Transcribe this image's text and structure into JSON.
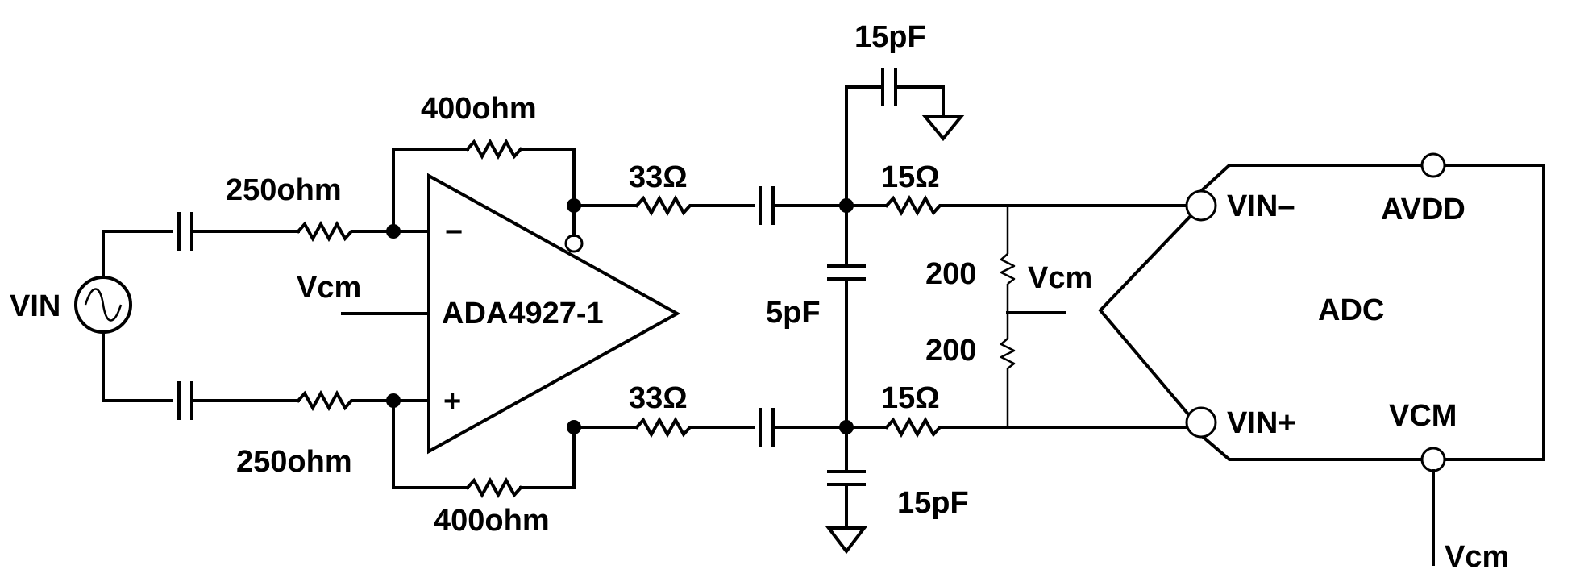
{
  "labels": {
    "vin_source": "VIN",
    "r_in_top": "250ohm",
    "r_in_bottom": "250ohm",
    "r_fb_top": "400ohm",
    "r_fb_bottom": "400ohm",
    "amp_vcm": "Vcm",
    "amp_name": "ADA4927-1",
    "amp_minus": "−",
    "amp_plus": "+",
    "r_out_top": "33Ω",
    "r_out_bottom": "33Ω",
    "c_top_gnd": "15pF",
    "c_diff": "5pF",
    "c_bottom_gnd": "15pF",
    "r_series_top": "15Ω",
    "r_series_bottom": "15Ω",
    "r_div_top": "200",
    "r_div_bottom": "200",
    "div_vcm": "Vcm",
    "adc_name": "ADC",
    "adc_vin_minus": "VIN–",
    "adc_vin_plus": "VIN+",
    "adc_avdd": "AVDD",
    "adc_vcm": "VCM",
    "adc_vcm_out": "Vcm"
  }
}
